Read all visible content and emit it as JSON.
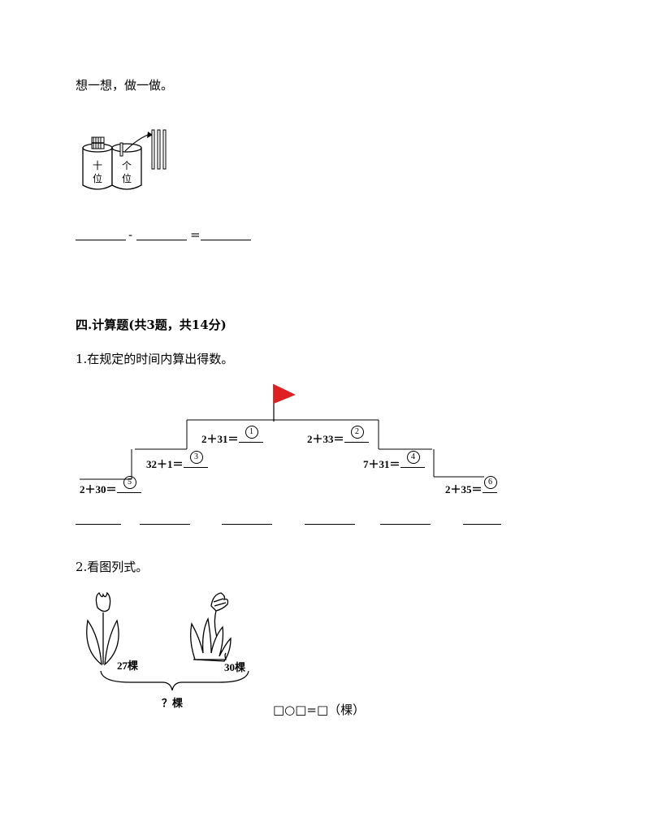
{
  "section3": {
    "instruction": "想一想，做一做。",
    "abacus": {
      "tens_label_1": "十",
      "tens_label_2": "位",
      "ones_label_1": "个",
      "ones_label_2": "位"
    },
    "equation": {
      "minus": "-",
      "equals": "="
    }
  },
  "section4": {
    "heading": "四.计算题(共3题，共14分)",
    "q1": {
      "instruction": "1.在规定的时间内算出得数。",
      "items": [
        {
          "expr": "2＋31＝",
          "marker": "1"
        },
        {
          "expr": "2＋33＝",
          "marker": "2"
        },
        {
          "expr": "32＋1＝",
          "marker": "3"
        },
        {
          "expr": "7＋31＝",
          "marker": "4"
        },
        {
          "expr": "2＋30＝",
          "marker": "5"
        },
        {
          "expr": "2＋35＝",
          "marker": "6"
        }
      ]
    },
    "q2": {
      "instruction": "2.看图列式。",
      "left_count": "27棵",
      "right_count": "30棵",
      "total": "？棵",
      "formula": "□○□=□（棵）"
    }
  }
}
